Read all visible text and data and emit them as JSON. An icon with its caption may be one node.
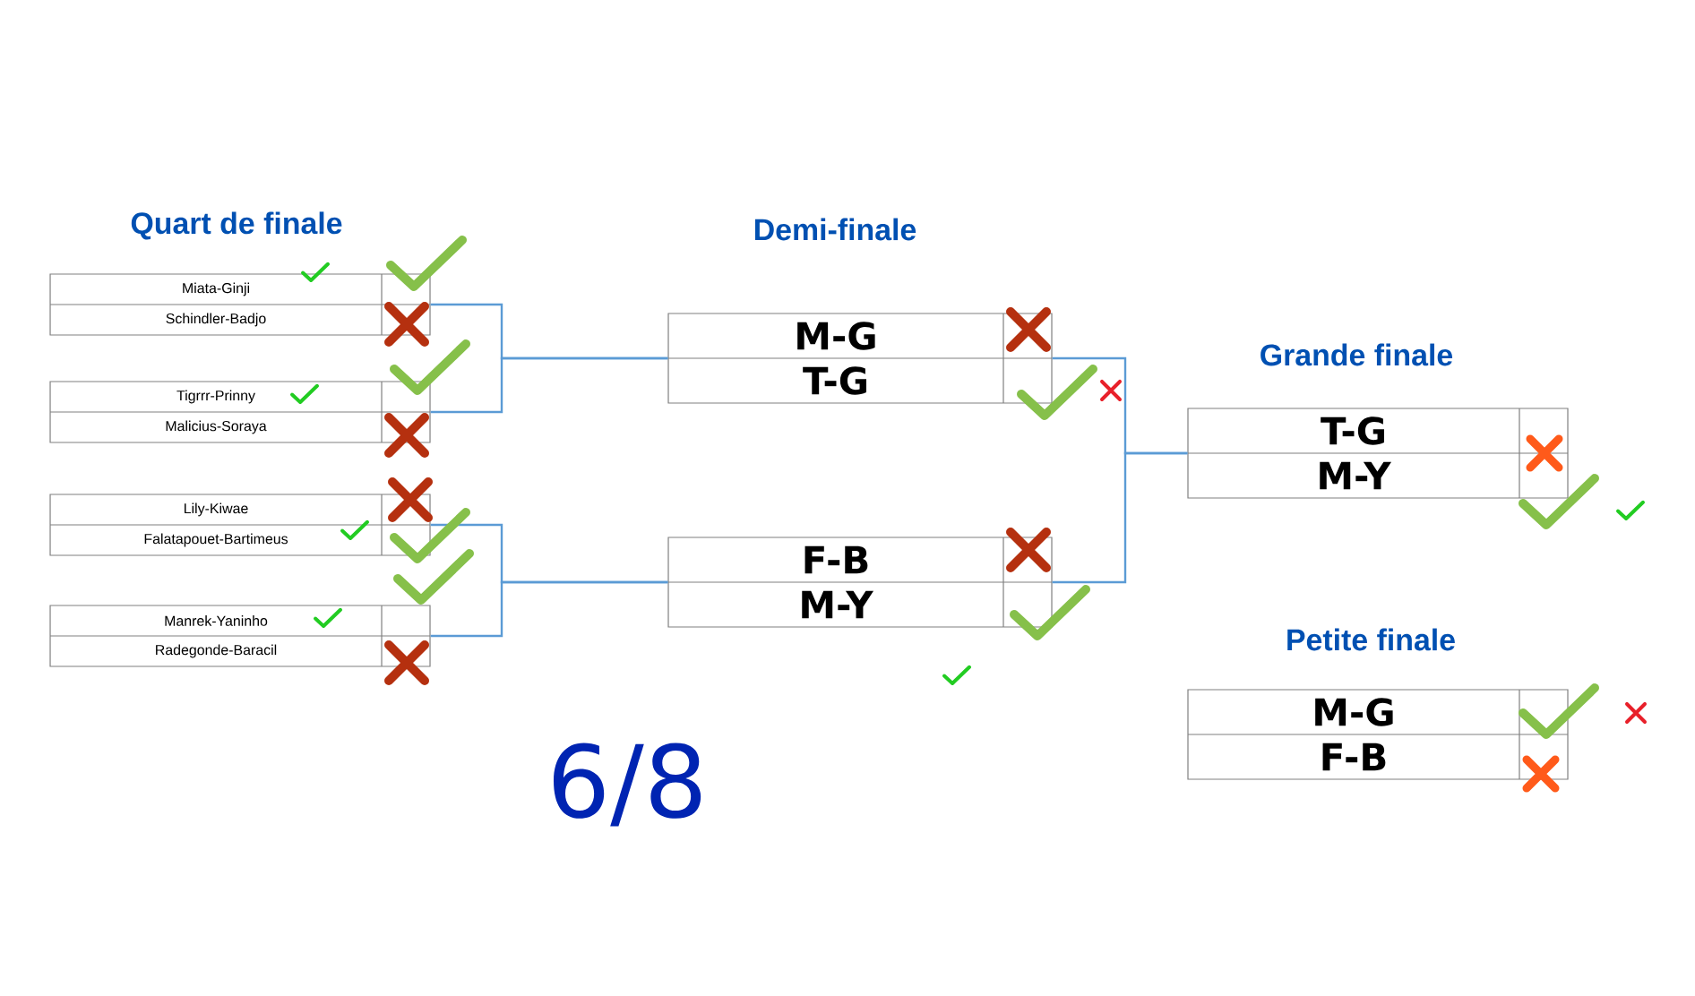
{
  "diagram": {
    "nodes": [
      {
        "text": [
          "Miata-Ginji",
          "Schindler-Badjo"
        ]
      },
      {
        "text": [
          "Tigrrr-Prinny",
          "Malicius-Soraya"
        ]
      },
      {
        "text": [
          "Lily-Kiwae",
          "Falatapouet-Bartimeus"
        ]
      },
      {
        "text": [
          "Manrek-Yaninho",
          "Radegonde-Baracil"
        ]
      },
      {
        "text": [
          "M-G",
          "T-G"
        ]
      },
      {
        "text": [
          "F-B",
          "M-Y"
        ]
      },
      {
        "text": [
          "T-G",
          "M-Y"
        ]
      },
      {
        "text": [
          "M-G",
          "F-B"
        ]
      }
    ],
    "edges": [
      {
        "from": 0,
        "to": 4,
        "arrow": "none"
      },
      {
        "from": 1,
        "to": 4,
        "arrow": "none"
      },
      {
        "from": 2,
        "to": 5,
        "arrow": "none"
      },
      {
        "from": 3,
        "to": 5,
        "arrow": "none"
      },
      {
        "from": 4,
        "to": 6,
        "arrow": "none"
      },
      {
        "from": 5,
        "to": 6,
        "arrow": "none"
      }
    ],
    "labels": [
      "Quart de finale",
      "Demi-finale",
      "Grande finale",
      "Petite finale",
      "6/8"
    ]
  }
}
